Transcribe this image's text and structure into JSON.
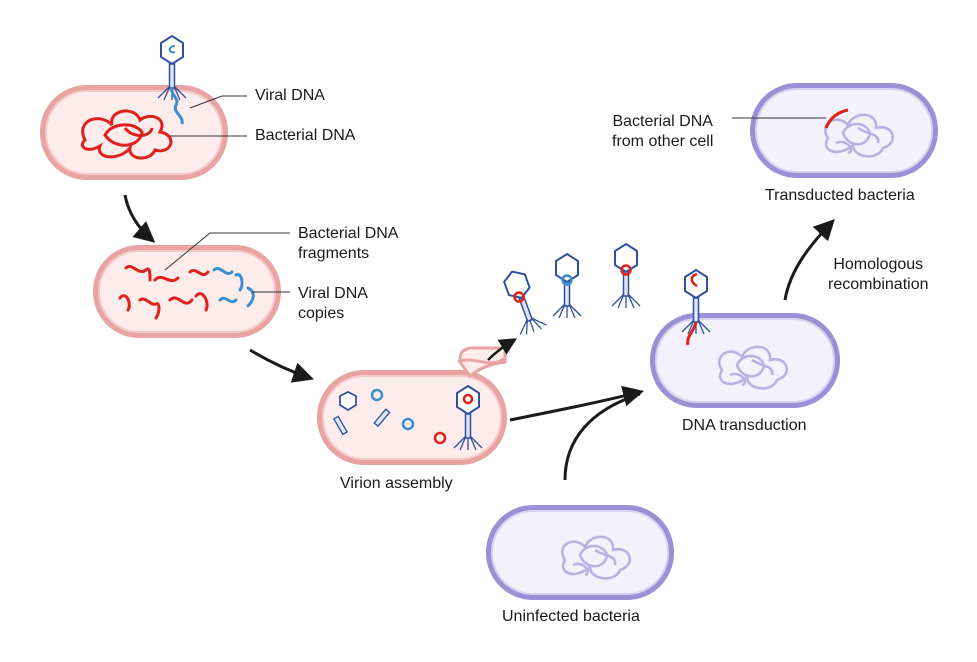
{
  "labels": {
    "viral_dna": "Viral DNA",
    "bacterial_dna": "Bacterial DNA",
    "fragments_line1": "Bacterial DNA",
    "fragments_line2": "fragments",
    "copies_line1": "Viral DNA",
    "copies_line2": "copies",
    "virion_assembly": "Virion assembly",
    "uninfected": "Uninfected bacteria",
    "dna_transduction": "DNA transduction",
    "other_cell_line1": "Bacterial DNA",
    "other_cell_line2": "from other cell",
    "transducted": "Transducted bacteria",
    "homologous_line1": "Homologous",
    "homologous_line2": "recombination"
  },
  "colors": {
    "infected_cell_fill": "#fdecec",
    "infected_cell_stroke": "#e8a3a3",
    "transduced_cell_fill": "#f3f1fb",
    "transduced_cell_stroke": "#9b8fd6",
    "bacterial_dna": "#e0201b",
    "viral_dna": "#3a8fd0",
    "phage": "#2f4fa0",
    "arrow": "#1a1a1a"
  }
}
